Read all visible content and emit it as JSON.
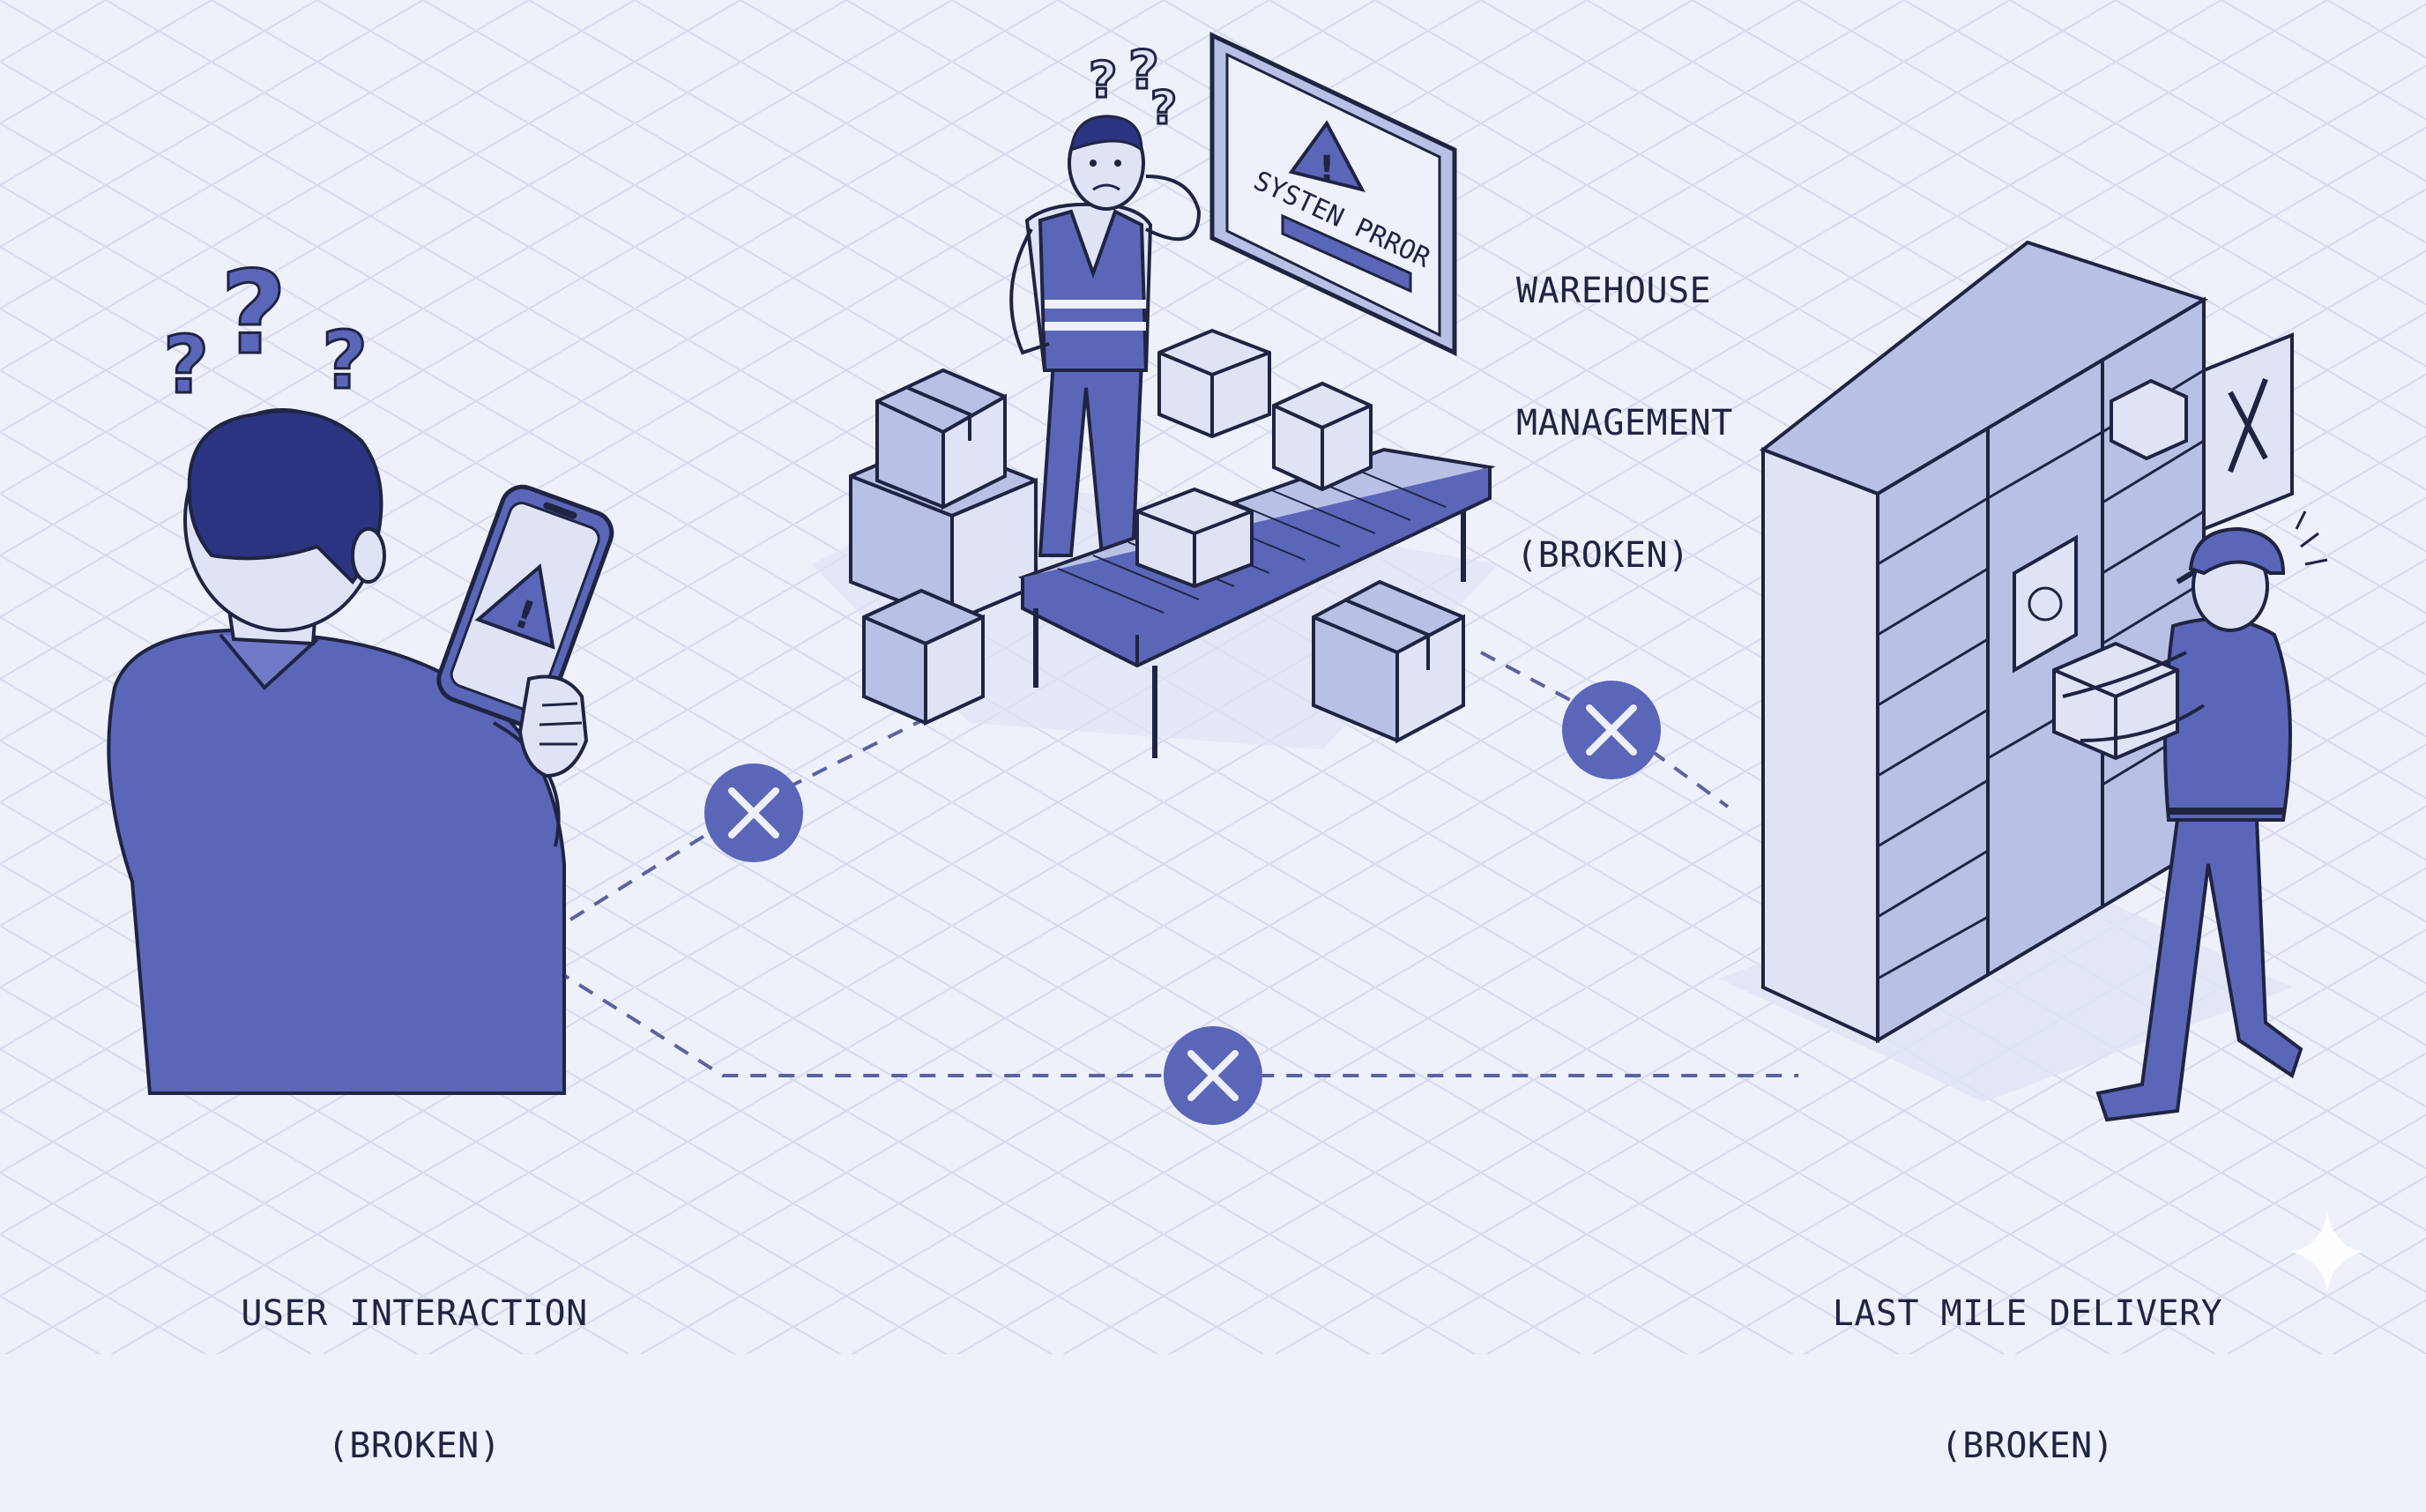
{
  "labels": {
    "warehouse": {
      "line1": "WAREHOUSE",
      "line2": "MANAGEMENT",
      "line3": "(BROKEN)"
    },
    "user": {
      "line1": "USER INTERACTION",
      "line2": "(BROKEN)"
    },
    "delivery": {
      "line1": "LAST MILE DELIVERY",
      "line2": "(BROKEN)"
    }
  },
  "monitor_text": "SYSTEN PRROR",
  "icons": [
    "question-mark-icon",
    "warning-icon",
    "broken-link-x-icon",
    "cardboard-box-icon",
    "conveyor-belt-icon",
    "parcel-locker-icon",
    "sparkle-icon"
  ],
  "colors": {
    "background": "#eef0fa",
    "grid": "#d6daee",
    "primary": "#5a66b8",
    "light": "#b9c0e6",
    "lighter": "#dfe3f5",
    "outline": "#1f2442",
    "dash": "#5a62a0"
  }
}
